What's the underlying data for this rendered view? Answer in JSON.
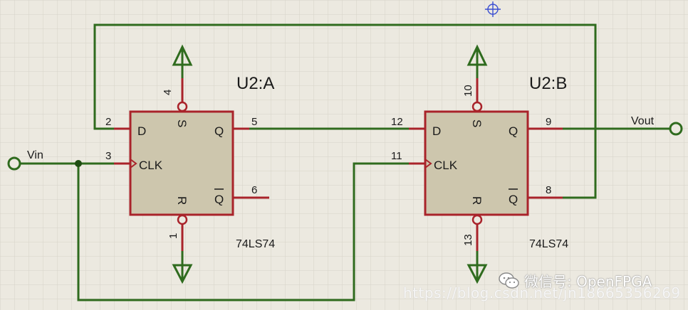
{
  "colors": {
    "background": "#ece9e0",
    "grid": "#d6d3c8",
    "wire": "#2f6b1e",
    "pin": "#a9232a",
    "body_fill": "#cdc6ad",
    "body_stroke": "#a9232a",
    "text": "#1a1a1a",
    "marker": "#3b4fd1"
  },
  "chip_a": {
    "ref": "U2:A",
    "part": "74LS74",
    "pin_d_label": "D",
    "pin_clk_label": "CLK",
    "pin_q_label": "Q",
    "pin_qbar_label": "Q",
    "pin_s_label": "S",
    "pin_r_label": "R",
    "pin_d_num": "2",
    "pin_clk_num": "3",
    "pin_q_num": "5",
    "pin_qbar_num": "6",
    "pin_s_num": "4",
    "pin_r_num": "1"
  },
  "chip_b": {
    "ref": "U2:B",
    "part": "74LS74",
    "pin_d_label": "D",
    "pin_clk_label": "CLK",
    "pin_q_label": "Q",
    "pin_qbar_label": "Q",
    "pin_s_label": "S",
    "pin_r_label": "R",
    "pin_d_num": "12",
    "pin_clk_num": "11",
    "pin_q_num": "9",
    "pin_qbar_num": "8",
    "pin_s_num": "10",
    "pin_r_num": "13"
  },
  "terminals": {
    "input_label": "Vin",
    "output_label": "Vout"
  },
  "watermark": {
    "brand": "微信号: OpenFPGA",
    "url": "https://blog.csdn.net/jn18665356269",
    "icon": "wechat-icon"
  }
}
